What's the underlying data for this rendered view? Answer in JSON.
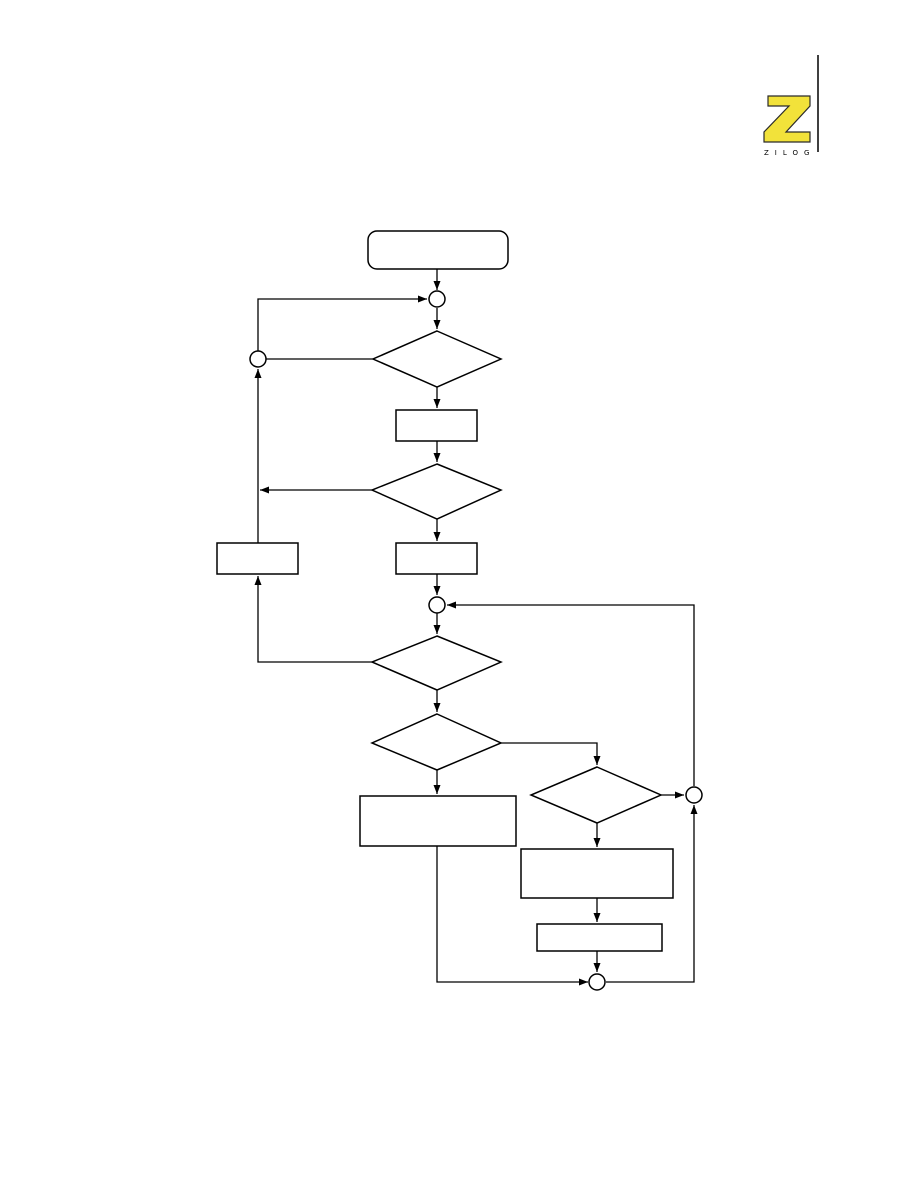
{
  "logo": {
    "brand": "ZiLOG",
    "mark": "Z",
    "wordmark": "ZILOG",
    "mark_color": "#f2e23a",
    "mark_outline": "#2a2a2a"
  },
  "flowchart": {
    "line_color": "#000000",
    "fill_color": "#ffffff",
    "shapes": [
      {
        "id": "start-terminator",
        "kind": "terminator",
        "label": ""
      },
      {
        "id": "decision-1",
        "kind": "decision",
        "label": ""
      },
      {
        "id": "process-1",
        "kind": "process",
        "label": ""
      },
      {
        "id": "decision-2",
        "kind": "decision",
        "label": ""
      },
      {
        "id": "process-left",
        "kind": "process",
        "label": ""
      },
      {
        "id": "process-2",
        "kind": "process",
        "label": ""
      },
      {
        "id": "decision-3",
        "kind": "decision",
        "label": ""
      },
      {
        "id": "decision-4",
        "kind": "decision",
        "label": ""
      },
      {
        "id": "process-wide-left",
        "kind": "process",
        "label": ""
      },
      {
        "id": "decision-5",
        "kind": "decision",
        "label": ""
      },
      {
        "id": "process-wide-right",
        "kind": "process",
        "label": ""
      },
      {
        "id": "process-bottom",
        "kind": "process",
        "label": ""
      }
    ],
    "connectors": [
      "connector-1",
      "connector-left",
      "connector-2",
      "connector-right",
      "connector-bottom"
    ]
  }
}
